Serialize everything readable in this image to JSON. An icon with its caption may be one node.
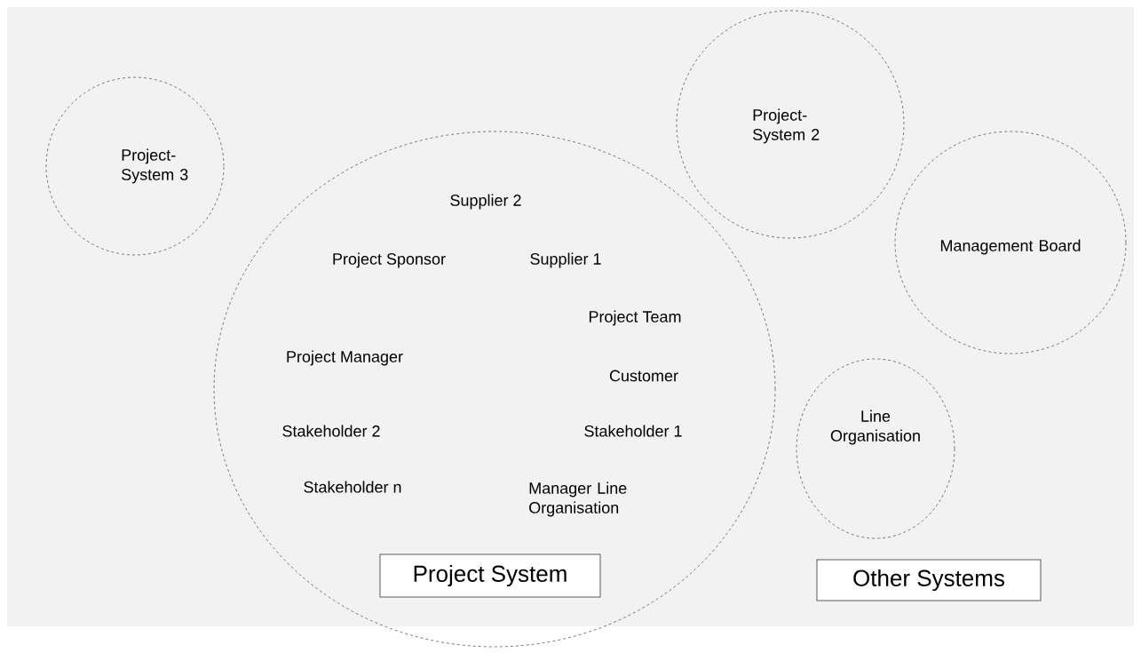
{
  "diagram": {
    "nodes": [
      {
        "text": [
          "Project- System 3"
        ]
      },
      {
        "text": [
          "Project- System 2"
        ]
      },
      {
        "text": [
          "Management Board"
        ]
      },
      {
        "text": [
          "Supplier 2",
          "Project Sponsor",
          "Supplier 1",
          "Project Team",
          "Project Manager",
          "Customer",
          "Stakeholder 2",
          "Stakeholder 1",
          "Stakeholder n",
          "Manager Line Organisation"
        ]
      },
      {
        "text": [
          "Project System"
        ],
        "in": 3
      },
      {
        "text": [
          "Line Organisation"
        ]
      },
      {
        "text": [
          "Other Systems"
        ]
      }
    ],
    "edges": []
  }
}
